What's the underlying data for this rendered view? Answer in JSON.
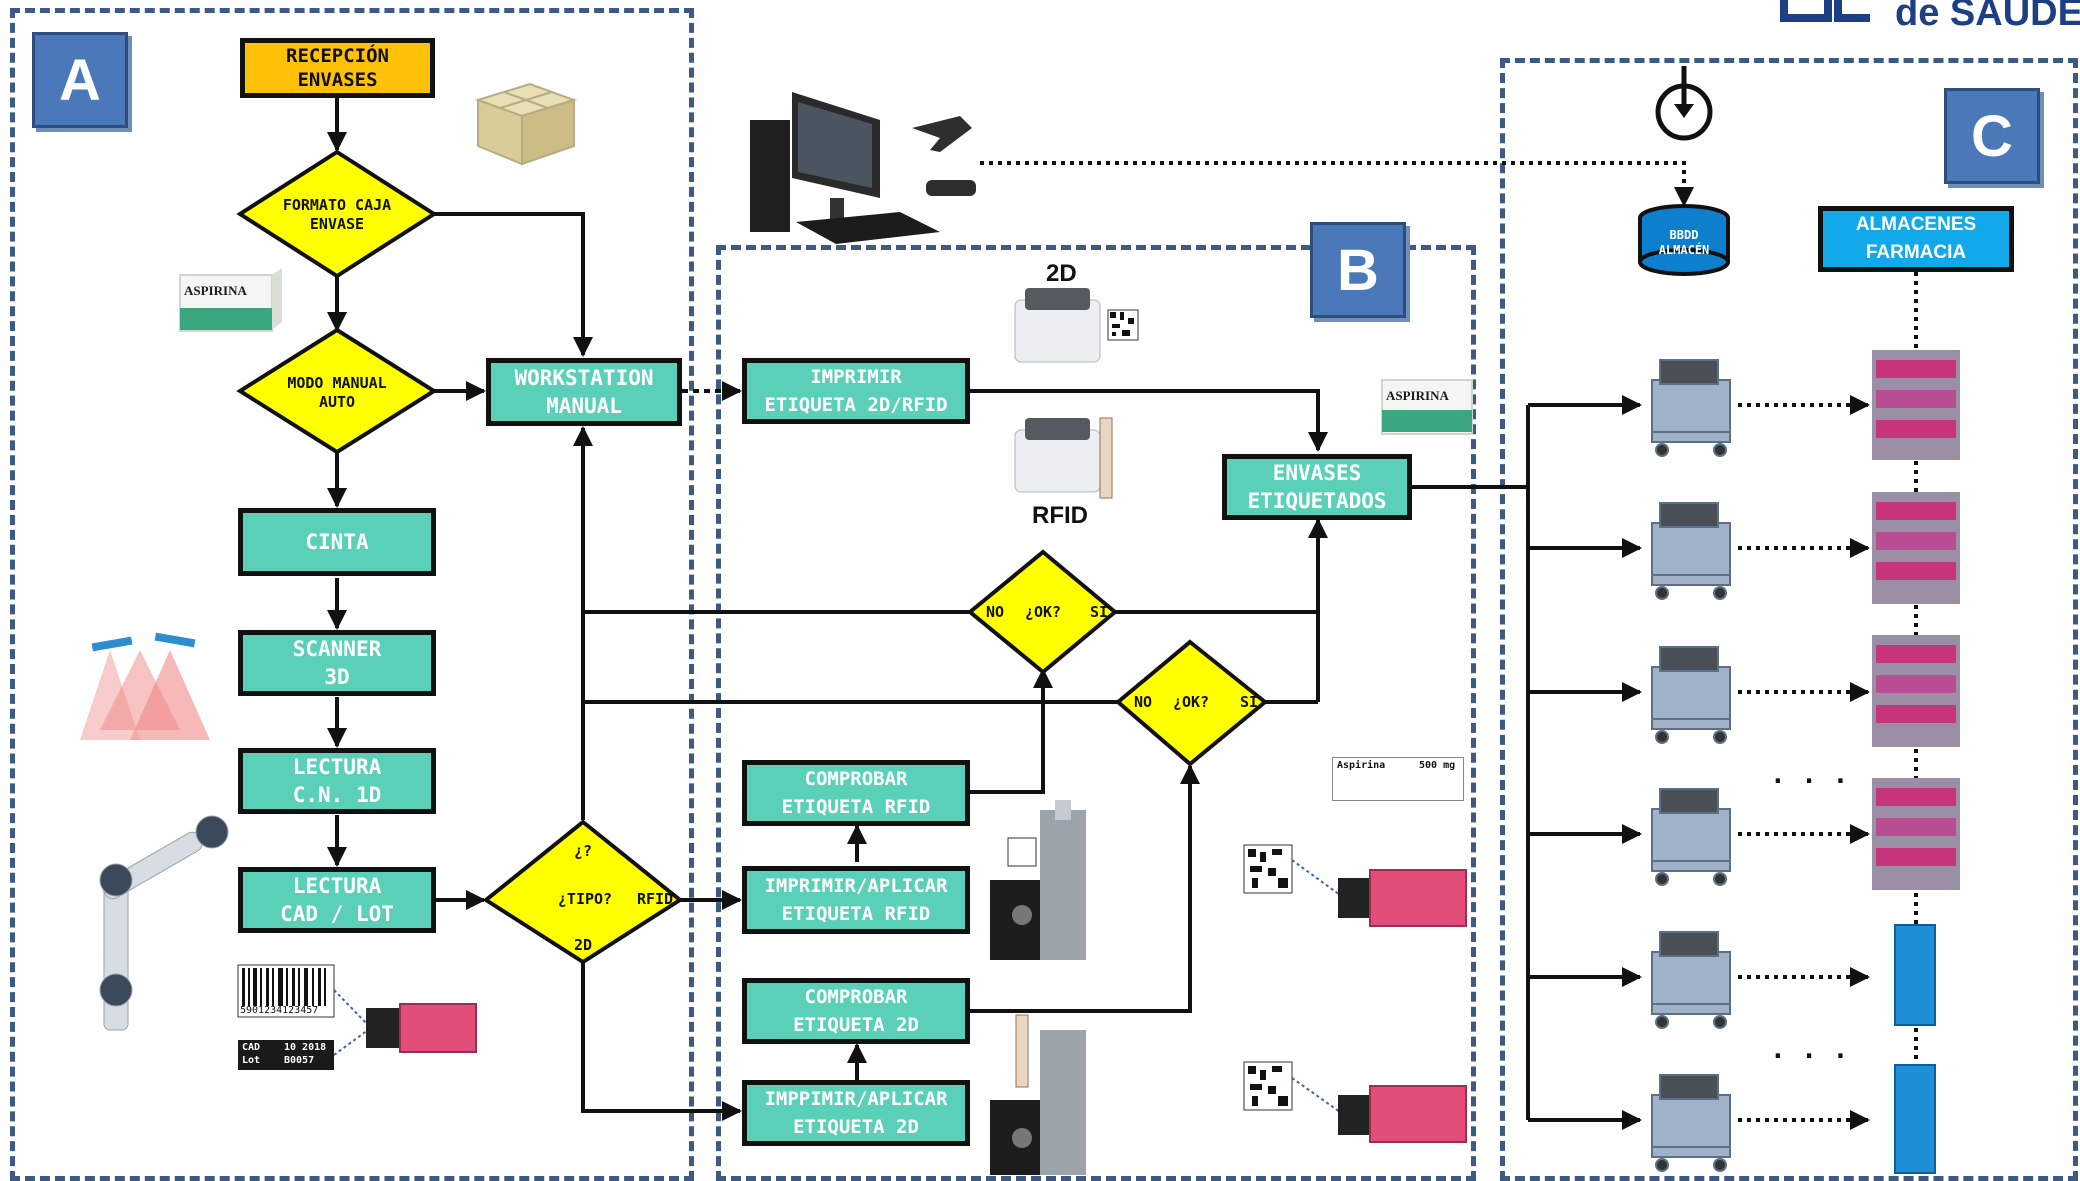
{
  "logo": {
    "text": "de SAÚDE"
  },
  "panels": {
    "a": "A",
    "b": "B",
    "c": "C"
  },
  "panel_a": {
    "reception": [
      "RECEPCIÓN",
      "ENVASES"
    ],
    "format_decision": [
      "FORMATO CAJA",
      "ENVASE"
    ],
    "mode_decision": [
      "MODO MANUAL",
      "AUTO"
    ],
    "workstation": [
      "WORKSTATION",
      "MANUAL"
    ],
    "cinta": "CINTA",
    "scanner": [
      "SCANNER",
      "3D"
    ],
    "lectura_cn": [
      "LECTURA",
      "C.N. 1D"
    ],
    "lectura_cad": [
      "LECTURA",
      "CAD / LOT"
    ],
    "type_decision": {
      "top": "¿?",
      "middle": "¿TIPO?",
      "right": "RFID",
      "bottom": "2D"
    },
    "product_label": "ASPIRINA",
    "barcode_digits": "5901234123457",
    "cad_label": "CAD",
    "lot_label": "Lot",
    "cad_value": "10 2018",
    "lot_value": "B0057"
  },
  "panel_b": {
    "print_label": [
      "IMPRIMIR",
      "ETIQUETA 2D/RFID"
    ],
    "printer_2d": "2D",
    "printer_rfid": "RFID",
    "labeled": [
      "ENVASES",
      "ETIQUETADOS"
    ],
    "ok_decision_1": {
      "left": "NO",
      "middle": "¿OK?",
      "right": "SI"
    },
    "ok_decision_2": {
      "left": "NO",
      "middle": "¿OK?",
      "right": "SI"
    },
    "check_rfid": [
      "COMPROBAR",
      "ETIQUETA RFID"
    ],
    "apply_rfid": [
      "IMPRIMIR/APLICAR",
      "ETIQUETA RFID"
    ],
    "check_2d": [
      "COMPROBAR",
      "ETIQUETA 2D"
    ],
    "apply_2d": [
      "IMPPIMIR/APLICAR",
      "ETIQUETA 2D"
    ],
    "product_label": "ASPIRINA",
    "label_card": {
      "name": "Aspirina",
      "dose": "500 mg"
    }
  },
  "panel_c": {
    "db": [
      "BBDD",
      "ALMACÉN"
    ],
    "stores": [
      "ALMACENES",
      "FARMACIA"
    ],
    "ellipsis_1": ". . .",
    "ellipsis_2": ". . ."
  },
  "colors": {
    "teal": "#5bd0b8",
    "decision": "#ffff00",
    "reception": "#ffc107",
    "store": "#11a9ea",
    "panel_border": "#3c5a84",
    "tile": "#4a78b8"
  }
}
